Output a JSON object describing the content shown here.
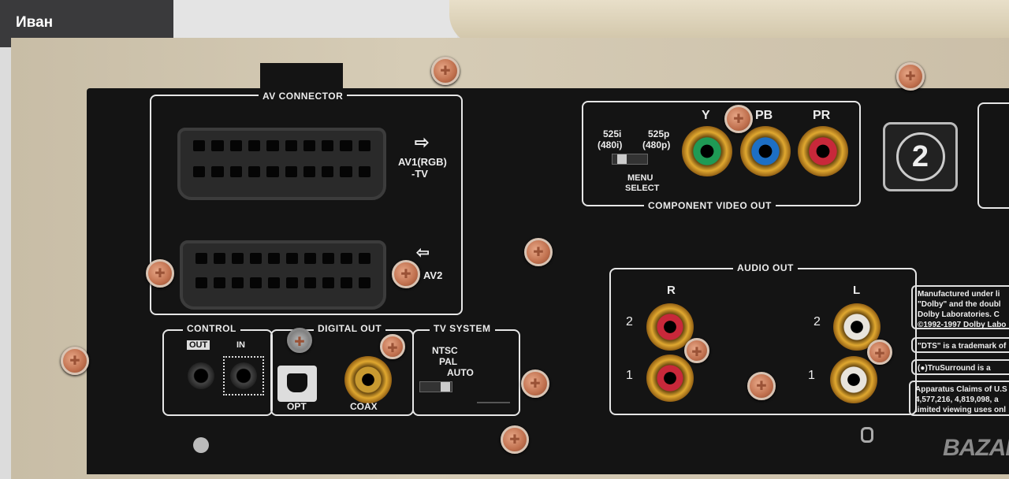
{
  "watermark_user": "Иван",
  "watermark_brand": "BAZAR",
  "av_connector": {
    "title": "AV CONNECTOR",
    "av1": "AV1(RGB)",
    "av1_sub": "-TV",
    "av2": "AV2"
  },
  "control": {
    "title": "CONTROL",
    "out": "OUT",
    "in": "IN"
  },
  "digital_out": {
    "title": "DIGITAL OUT",
    "opt": "OPT",
    "coax": "COAX"
  },
  "tv_system": {
    "title": "TV SYSTEM",
    "options": [
      "NTSC",
      "PAL",
      "AUTO"
    ]
  },
  "component": {
    "title": "COMPONENT VIDEO OUT",
    "y": "Y",
    "pb": "PB",
    "pr": "PR",
    "i_mode": "525i",
    "i_sub": "(480i)",
    "p_mode": "525p",
    "p_sub": "(480p)",
    "menu": "MENU",
    "select": "SELECT"
  },
  "region_code": "2",
  "audio_out": {
    "title": "AUDIO OUT",
    "r": "R",
    "l": "L",
    "ch2": "2",
    "ch1": "1"
  },
  "notices": [
    "Manufactured under li",
    "\"Dolby\" and the doubl",
    "Dolby Laboratories.   C",
    "©1992-1997 Dolby Labo",
    "\"DTS\" is a trademark of",
    "(●)TruSurround is a",
    "Apparatus Claims of U.S",
    "4,577,216,  4,819,098,  a",
    "limited viewing uses onl"
  ],
  "colors": {
    "y": "#1f9a55",
    "pb": "#1d6fc4",
    "pr": "#c8283a",
    "audio_r": "#c8283a",
    "audio_l": "#e8e4dc"
  }
}
